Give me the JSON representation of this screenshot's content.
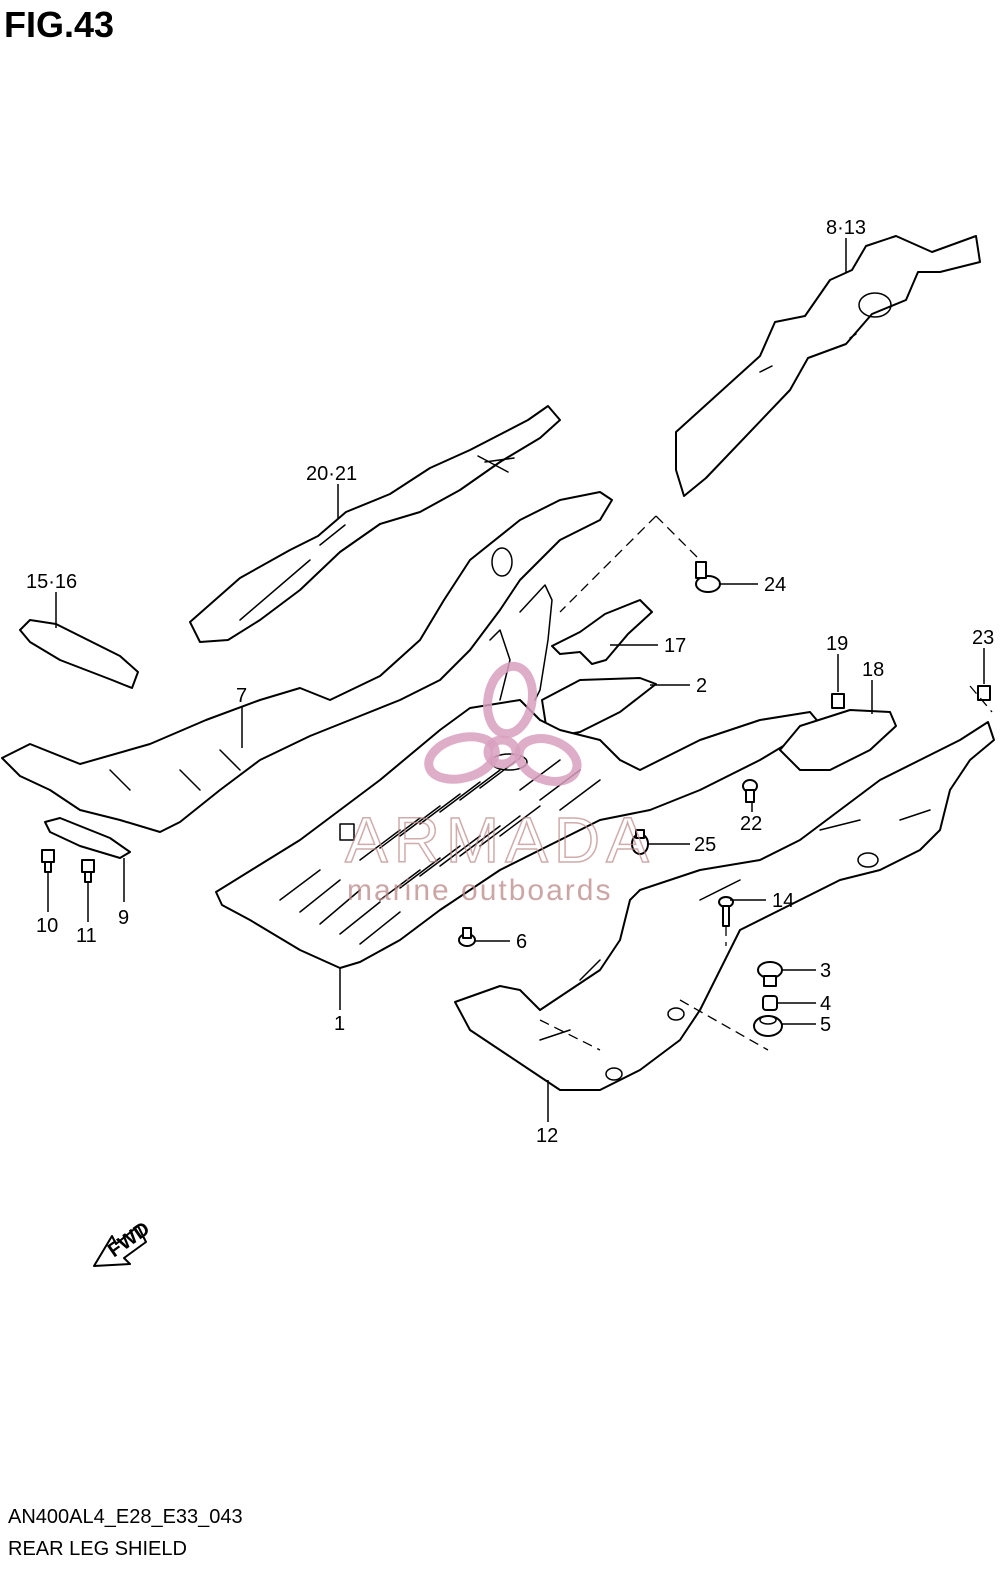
{
  "figure": {
    "title": "FIG.43",
    "code": "AN400AL4_E28_E33_043",
    "name": "REAR LEG SHIELD"
  },
  "fwd_label": "FWD",
  "watermark": {
    "brand": "ARMADA",
    "tagline": "marine outboards",
    "color": "#d8a0c0"
  },
  "callouts": {
    "c1": "1",
    "c2": "2",
    "c3": "3",
    "c4": "4",
    "c5": "5",
    "c6": "6",
    "c7": "7",
    "c8_13": "8·13",
    "c9": "9",
    "c10": "10",
    "c11": "11",
    "c12": "12",
    "c14": "14",
    "c15_16": "15·16",
    "c17": "17",
    "c18": "18",
    "c19": "19",
    "c20_21": "20·21",
    "c22": "22",
    "c23": "23",
    "c24": "24",
    "c25": "25"
  }
}
